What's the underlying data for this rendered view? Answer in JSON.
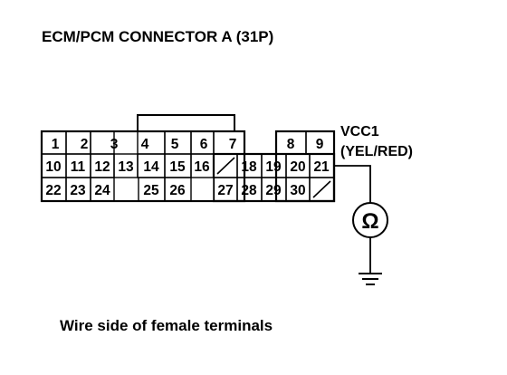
{
  "title": "ECM/PCM CONNECTOR A (31P)",
  "connector": {
    "row1": [
      {
        "pin": "1"
      },
      {
        "pin": "2"
      },
      {
        "pin": "3"
      },
      {
        "pin": "4"
      },
      {
        "pin": "5"
      },
      {
        "pin": "6"
      },
      {
        "pin": "7"
      },
      {
        "pin": "8"
      },
      {
        "pin": "9"
      }
    ],
    "row2": [
      {
        "pin": "10"
      },
      {
        "pin": "11"
      },
      {
        "pin": "12"
      },
      {
        "pin": "13"
      },
      {
        "pin": "14"
      },
      {
        "pin": "15"
      },
      {
        "pin": "16"
      },
      {
        "pin": ""
      },
      {
        "pin": "18"
      },
      {
        "pin": "19"
      },
      {
        "pin": "20"
      },
      {
        "pin": "21"
      }
    ],
    "row3": [
      {
        "pin": "22"
      },
      {
        "pin": "23"
      },
      {
        "pin": "24"
      },
      {
        "pin": "25"
      },
      {
        "pin": "26"
      },
      {
        "pin": "27"
      },
      {
        "pin": "28"
      },
      {
        "pin": "29"
      },
      {
        "pin": "30"
      },
      {
        "pin": ""
      }
    ]
  },
  "signal": {
    "name": "VCC1",
    "wire_color": "(YEL/RED)",
    "meter_symbol": "Ω",
    "meter_icon": "ohmmeter-icon",
    "ground_icon": "ground-icon"
  },
  "caption": "Wire side of female terminals"
}
